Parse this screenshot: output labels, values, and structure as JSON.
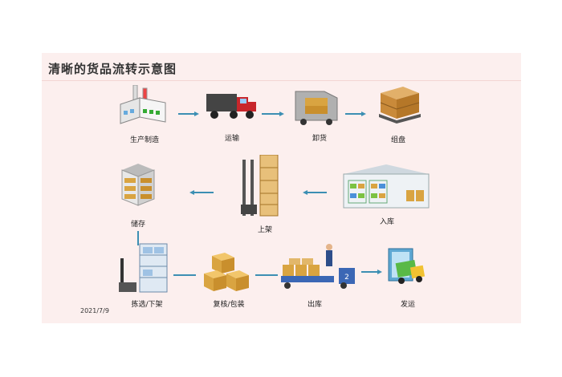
{
  "title": "清晰的货品流转示意图",
  "date": "2021/7/9",
  "steps": {
    "production": "生产制造",
    "transport": "运输",
    "unload": "卸货",
    "palletize": "组盘",
    "inbound": "入库",
    "shelving": "上架",
    "storage": "储存",
    "picking": "拣选/下架",
    "packing": "复核/包装",
    "outbound": "出库",
    "shipping": "发运"
  },
  "colors": {
    "arrow": "#3c8fb3",
    "box": "#d9a441",
    "truck_red": "#c8262b",
    "background": "#fcefee"
  }
}
